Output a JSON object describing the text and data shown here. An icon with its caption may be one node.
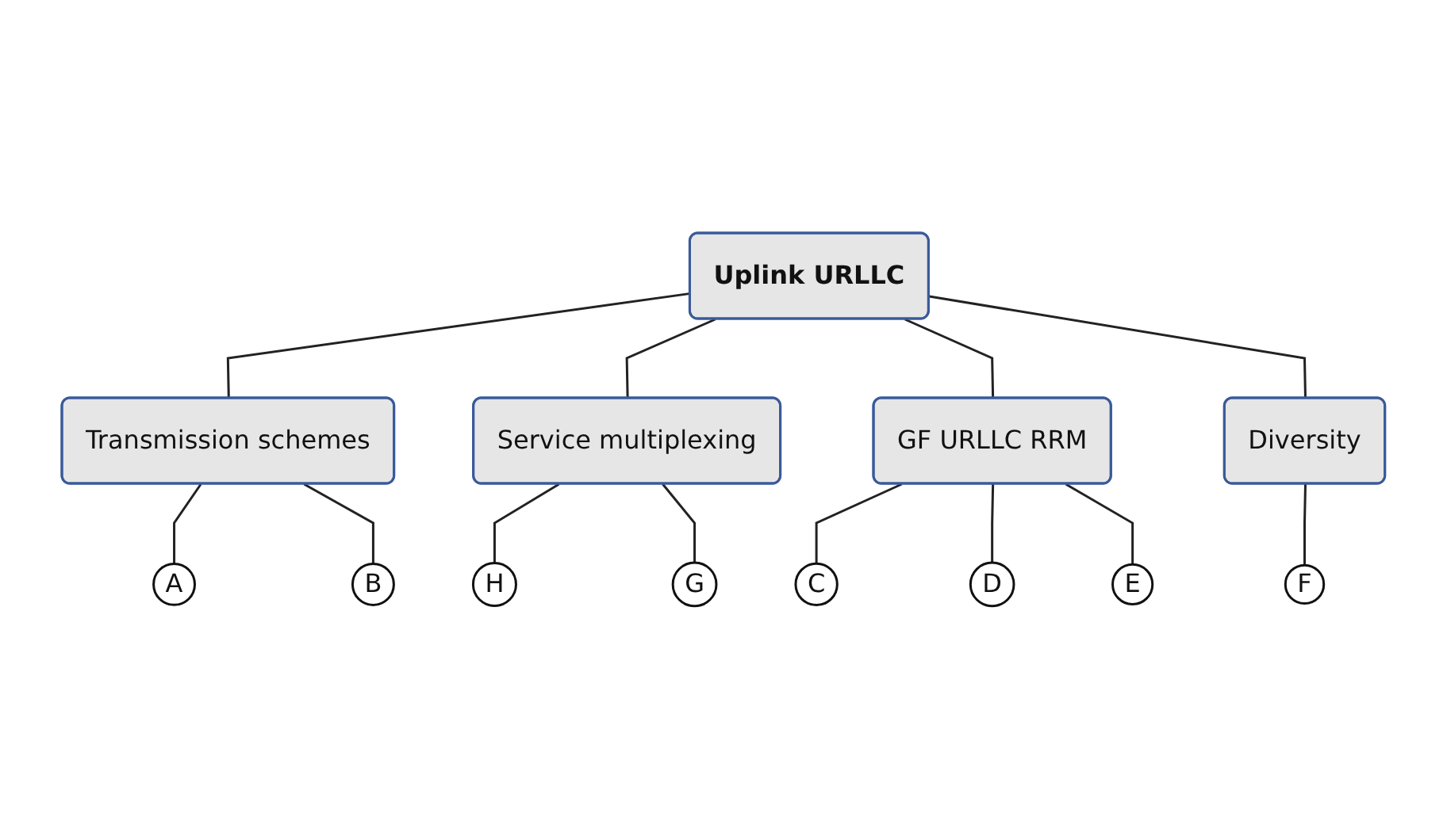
{
  "diagram": {
    "nodes": [
      {
        "text": [
          "A"
        ]
      },
      {
        "text": [
          "B"
        ]
      },
      {
        "text": [
          "Transmission schemes"
        ]
      },
      {
        "text": [
          "H"
        ]
      },
      {
        "text": [
          "C"
        ]
      },
      {
        "text": [
          "Service multiplexing"
        ]
      },
      {
        "text": [
          "Uplink URLLC"
        ]
      },
      {
        "text": [
          "GF URLLC RRM"
        ]
      },
      {
        "text": [
          "D"
        ]
      },
      {
        "text": [
          "G"
        ]
      },
      {
        "text": [
          "E"
        ]
      },
      {
        "text": [
          "Diversity"
        ]
      },
      {
        "text": [
          "F"
        ]
      }
    ],
    "edges": [
      {
        "from": 6,
        "to": 2,
        "arrow": "none"
      },
      {
        "from": 6,
        "to": 5,
        "arrow": "none"
      },
      {
        "from": 6,
        "to": 7,
        "arrow": "none"
      },
      {
        "from": 6,
        "to": 11,
        "arrow": "none"
      },
      {
        "from": 2,
        "to": 0,
        "arrow": "none"
      },
      {
        "from": 2,
        "to": 1,
        "arrow": "none"
      },
      {
        "from": 5,
        "to": 3,
        "arrow": "none"
      },
      {
        "from": 5,
        "to": 9,
        "arrow": "none"
      },
      {
        "from": 7,
        "to": 4,
        "arrow": "none"
      },
      {
        "from": 7,
        "to": 8,
        "arrow": "none"
      },
      {
        "from": 7,
        "to": 10,
        "arrow": "none"
      },
      {
        "from": 11,
        "to": 12,
        "arrow": "none"
      }
    ]
  }
}
